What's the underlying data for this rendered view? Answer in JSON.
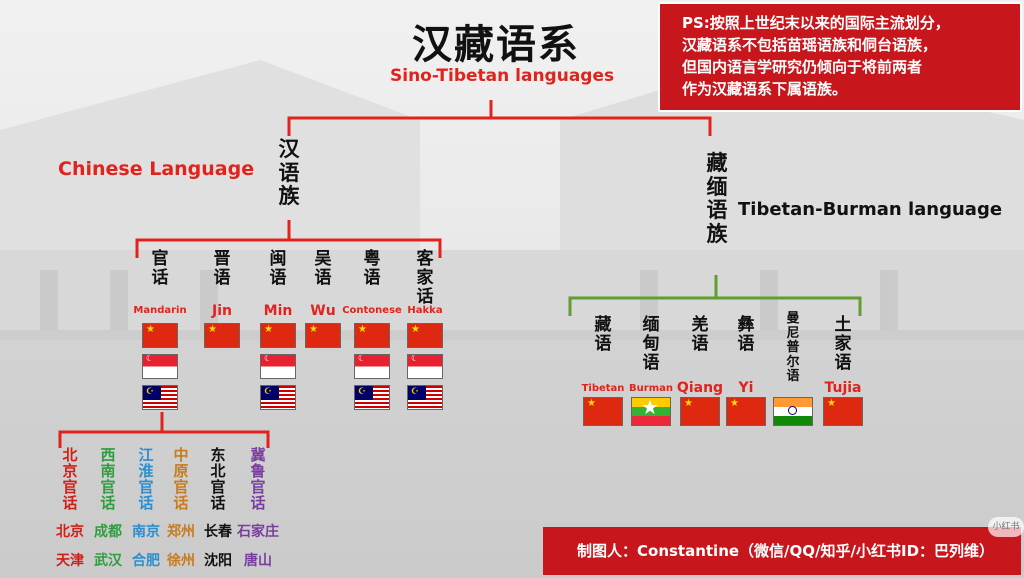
{
  "title": "汉藏语系",
  "subtitle_en": "Sino-Tibetan languages",
  "ps_lines": [
    "PS:按照上世纪末以来的国际主流划分，",
    "汉藏语系不包括苗瑶语族和侗台语族，",
    "但国内语言学研究仍倾向于将前两者",
    "作为汉藏语系下属语族。"
  ],
  "chinese": {
    "label_en": "Chinese Language",
    "label_zh": "汉语族",
    "branches": [
      {
        "zh": "官话",
        "en": "Mandarin",
        "flags": [
          "cn",
          "sg",
          "my"
        ]
      },
      {
        "zh": "晋语",
        "en": "Jin",
        "flags": [
          "cn"
        ]
      },
      {
        "zh": "闽语",
        "en": "Min",
        "flags": [
          "cn",
          "sg",
          "my"
        ]
      },
      {
        "zh": "吴语",
        "en": "Wu",
        "flags": [
          "cn"
        ]
      },
      {
        "zh": "粤语",
        "en": "Contonese",
        "flags": [
          "cn",
          "sg",
          "my"
        ]
      },
      {
        "zh": "客家话",
        "en": "Hakka",
        "flags": [
          "cn",
          "sg",
          "my"
        ]
      }
    ]
  },
  "tibeto_burman": {
    "label_en": "Tibetan-Burman language",
    "label_zh": "藏缅语族",
    "branches": [
      {
        "zh": "藏语",
        "en": "Tibetan",
        "flags": [
          "cn"
        ]
      },
      {
        "zh": "缅甸语",
        "en": "Burman",
        "flags": [
          "mm"
        ]
      },
      {
        "zh": "羌语",
        "en": "Qiang",
        "flags": [
          "cn"
        ]
      },
      {
        "zh": "彝语",
        "en": "Yi",
        "flags": [
          "cn"
        ]
      },
      {
        "zh": "曼尼普尔语",
        "en": "",
        "flags": [
          "in"
        ]
      },
      {
        "zh": "土家语",
        "en": "Tujia",
        "flags": [
          "cn"
        ]
      }
    ]
  },
  "mandarin_dialects": [
    {
      "name": "北京官话",
      "color": "#d0201a",
      "cities": [
        "北京",
        "天津"
      ]
    },
    {
      "name": "西南官话",
      "color": "#2e9e3e",
      "cities": [
        "成都",
        "武汉"
      ]
    },
    {
      "name": "江淮官话",
      "color": "#2a8fd0",
      "cities": [
        "南京",
        "合肥"
      ]
    },
    {
      "name": "中原官话",
      "color": "#c87a1e",
      "cities": [
        "郑州",
        "徐州"
      ]
    },
    {
      "name": "东北官话",
      "color": "#111111",
      "cities": [
        "长春",
        "沈阳"
      ]
    },
    {
      "name": "冀鲁官话",
      "color": "#7a3f9e",
      "cities": [
        "石家庄",
        "唐山"
      ]
    }
  ],
  "footer": "制图人：Constantine（微信/QQ/知乎/小红书ID：巴列维）",
  "badge": "小红书",
  "colors": {
    "red": "#e0231c",
    "box_red": "#c8161d",
    "green_bracket": "#5f9e2f"
  }
}
